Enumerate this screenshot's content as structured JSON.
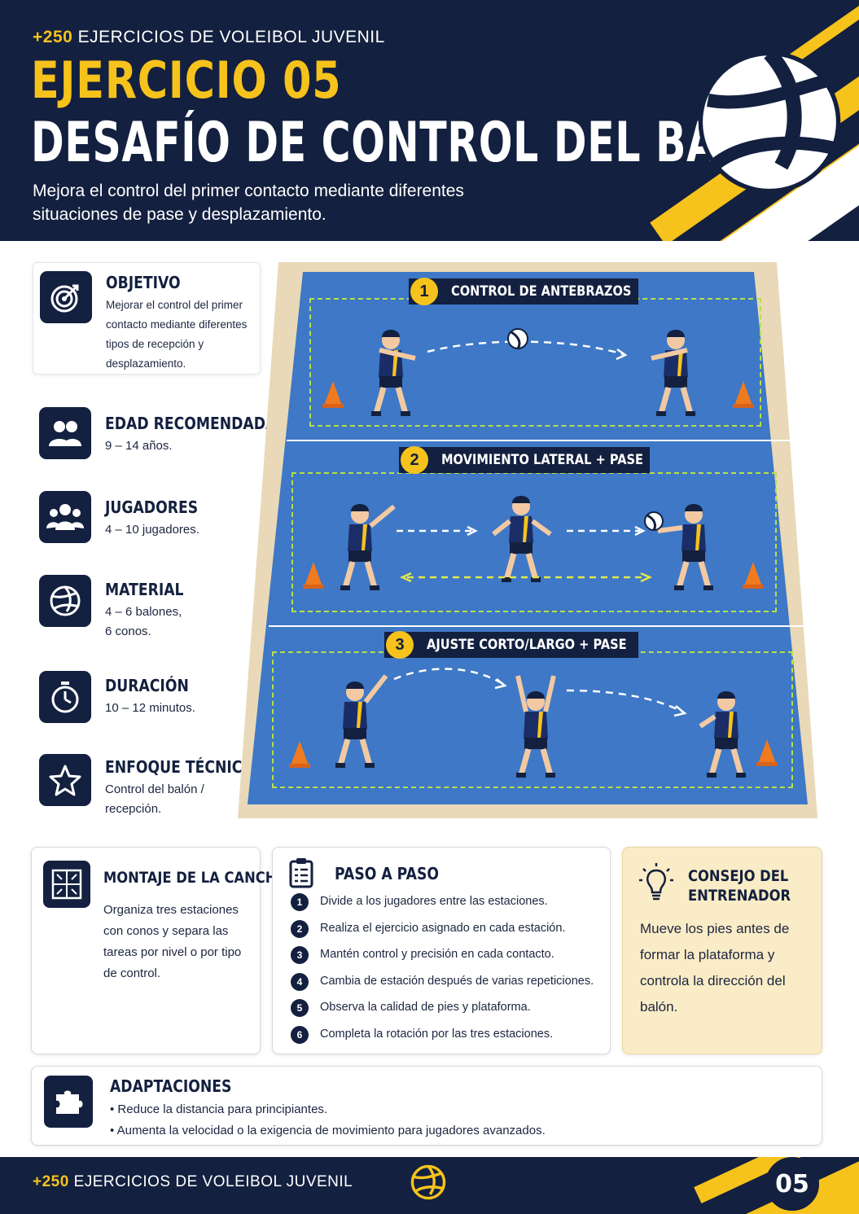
{
  "header": {
    "kicker_plus": "+250",
    "kicker_text": "EJERCICIOS DE VOLEIBOL JUVENIL",
    "exercise_label": "EJERCICIO 05",
    "title": "DESAFÍO DE CONTROL DEL BALÓN",
    "subtitle": "Mejora el control del primer contacto mediante diferentes situaciones de pase y desplazamiento.",
    "icon": "volleyball-icon"
  },
  "info": [
    {
      "icon": "target-icon",
      "title": "OBJETIVO",
      "text": "Mejorar el control del primer contacto mediante diferentes tipos de recepción y desplazamiento."
    },
    {
      "icon": "users-icon",
      "title": "EDAD RECOMENDADA",
      "text": "9 – 14 años."
    },
    {
      "icon": "group-icon",
      "title": "JUGADORES",
      "text": "4 – 10 jugadores."
    },
    {
      "icon": "volleyball-icon",
      "title": "MATERIAL",
      "text": "4 – 6 balones,\n6 conos."
    },
    {
      "icon": "stopwatch-icon",
      "title": "DURACIÓN",
      "text": "10 – 12 minutos."
    },
    {
      "icon": "star-icon",
      "title": "ENFOQUE TÉCNICO",
      "text": "Control del balón / recepción."
    }
  ],
  "stations": [
    {
      "num": "1",
      "label": "CONTROL DE ANTEBRAZOS"
    },
    {
      "num": "2",
      "label": "MOVIMIENTO LATERAL + PASE"
    },
    {
      "num": "3",
      "label": "AJUSTE CORTO/LARGO + PASE"
    }
  ],
  "setup": {
    "icon": "court-layout-icon",
    "title": "MONTAJE DE LA CANCHA",
    "text": "Organiza tres estaciones con conos y separa las tareas por nivel o por tipo de control."
  },
  "steps": {
    "icon": "clipboard-icon",
    "title": "PASO A PASO",
    "items": [
      {
        "n": "1",
        "text": "Divide a los jugadores entre las estaciones."
      },
      {
        "n": "2",
        "text": "Realiza el ejercicio asignado en cada estación."
      },
      {
        "n": "3",
        "text": "Mantén control y precisión en cada contacto."
      },
      {
        "n": "4",
        "text": "Cambia de estación después de varias repeticiones."
      },
      {
        "n": "5",
        "text": "Observa la calidad de pies y plataforma."
      },
      {
        "n": "6",
        "text": "Completa la rotación por las tres estaciones."
      }
    ]
  },
  "tip": {
    "icon": "lightbulb-icon",
    "title_line1": "CONSEJO DEL",
    "title_line2": "ENTRENADOR",
    "text": "Mueve los pies antes de formar la plataforma y controla la dirección del balón."
  },
  "adaptations": {
    "icon": "puzzle-icon",
    "title": "ADAPTACIONES",
    "items": [
      "Reduce la distancia para principiantes.",
      "Aumenta la velocidad o la exigencia de movimiento para jugadores avanzados."
    ]
  },
  "footer": {
    "plus": "+250",
    "text": "EJERCICIOS DE VOLEIBOL JUVENIL",
    "page": "05"
  },
  "colors": {
    "navy": "#13203f",
    "yellow": "#f6c21c",
    "court_blue": "#3e78c6",
    "court_frame": "#e9d9b8",
    "cone_orange": "#f07a1e",
    "tip_bg": "#f9ecc6"
  }
}
